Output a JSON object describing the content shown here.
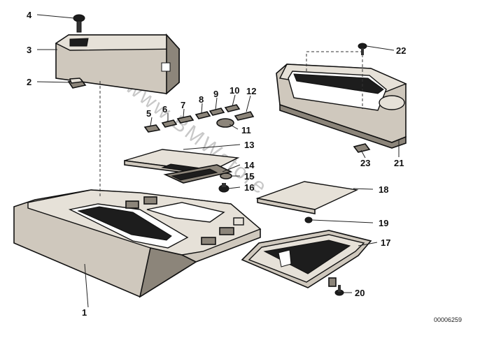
{
  "diagram": {
    "watermark": "www.BMWstore",
    "part_number": "00006259",
    "callouts": {
      "c1": "1",
      "c2": "2",
      "c3": "3",
      "c4": "4",
      "c5": "5",
      "c6": "6",
      "c7": "7",
      "c8": "8",
      "c9": "9",
      "c10": "10",
      "c11": "11",
      "c12": "12",
      "c13": "13",
      "c14": "14",
      "c15": "15",
      "c16": "16",
      "c17": "17",
      "c18": "18",
      "c19": "19",
      "c20": "20",
      "c21": "21",
      "c22": "22",
      "c23": "23"
    }
  }
}
